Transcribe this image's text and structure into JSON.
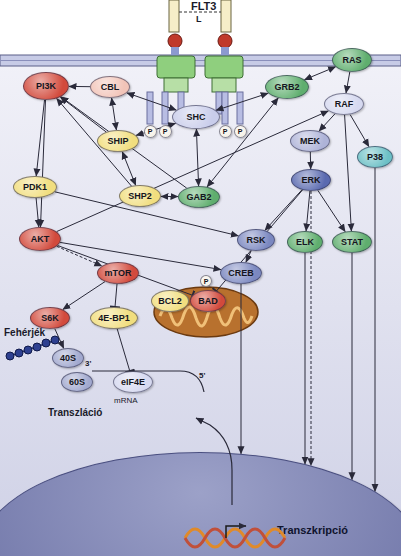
{
  "diagram": {
    "nodes": [
      {
        "text": [
          "PI3K"
        ]
      },
      {
        "text": [
          "CBL"
        ]
      },
      {
        "text": [
          "P"
        ]
      },
      {
        "text": [
          "P"
        ]
      },
      {
        "text": [
          "SHC"
        ]
      },
      {
        "text": [
          "P"
        ]
      },
      {
        "text": [
          "P"
        ]
      },
      {
        "text": [
          "GRB2"
        ]
      },
      {
        "text": [
          "RAS"
        ]
      },
      {
        "text": [
          "SHIP"
        ]
      },
      {
        "text": [
          "RAF"
        ]
      },
      {
        "text": [
          "MEK"
        ]
      },
      {
        "text": [
          "P38"
        ]
      },
      {
        "text": [
          "SHP2"
        ]
      },
      {
        "text": [
          "GAB2"
        ]
      },
      {
        "text": [
          "PDK1"
        ]
      },
      {
        "text": [
          "ERK"
        ]
      },
      {
        "text": [
          "AKT"
        ]
      },
      {
        "text": [
          "RSK"
        ]
      },
      {
        "text": [
          "ELK"
        ]
      },
      {
        "text": [
          "STAT"
        ]
      },
      {
        "text": [
          "mTOR"
        ]
      },
      {
        "text": [
          "P"
        ]
      },
      {
        "text": [
          "BCL2"
        ]
      },
      {
        "text": [
          "BAD"
        ]
      },
      {
        "text": [
          "CREB"
        ]
      },
      {
        "text": [
          "S6K"
        ]
      },
      {
        "text": [
          "4E-BP1"
        ]
      },
      {
        "text": [
          "40S"
        ]
      },
      {
        "text": [
          "60S"
        ]
      },
      {
        "text": [
          "eIF4E"
        ]
      },
      {
        "text": [
          "Transzkripció"
        ]
      }
    ],
    "edges": [
      {
        "from": 1,
        "to": 0,
        "arrow": "to"
      },
      {
        "from": 1,
        "to": 4,
        "arrow": "both"
      },
      {
        "from": 1,
        "to": 9,
        "arrow": "both"
      },
      {
        "from": 9,
        "to": 4,
        "arrow": "both"
      },
      {
        "from": 4,
        "to": 7,
        "arrow": "both"
      },
      {
        "from": 4,
        "to": 14,
        "arrow": "both"
      },
      {
        "from": 7,
        "to": 8,
        "arrow": "both"
      },
      {
        "from": 14,
        "to": 7,
        "arrow": "both"
      },
      {
        "from": 9,
        "to": 13,
        "arrow": "both"
      },
      {
        "from": 13,
        "to": 14,
        "arrow": "both"
      },
      {
        "from": 9,
        "to": 0,
        "arrow": "to"
      },
      {
        "from": 13,
        "to": 0,
        "arrow": "to"
      },
      {
        "from": 14,
        "to": 0,
        "arrow": "to"
      },
      {
        "from": 8,
        "to": 10,
        "arrow": "to"
      },
      {
        "from": 10,
        "to": 11,
        "arrow": "to"
      },
      {
        "from": 10,
        "to": 12,
        "arrow": "to"
      },
      {
        "from": 10,
        "to": 20,
        "arrow": "to"
      },
      {
        "from": 11,
        "to": 16,
        "arrow": "to"
      },
      {
        "from": 16,
        "to": 18,
        "arrow": "to"
      },
      {
        "from": 16,
        "to": 19,
        "arrow": "to"
      },
      {
        "from": 16,
        "to": 20,
        "arrow": "to"
      },
      {
        "from": 16,
        "to": 31,
        "arrow": "to"
      },
      {
        "from": 17,
        "to": 10,
        "arrow": "to"
      },
      {
        "from": 0,
        "to": 15,
        "arrow": "to"
      },
      {
        "from": 0,
        "to": 17,
        "arrow": "to"
      },
      {
        "from": 15,
        "to": 17,
        "arrow": "to"
      },
      {
        "from": 15,
        "to": 18,
        "arrow": "to"
      },
      {
        "from": 17,
        "to": 24,
        "arrow": "to"
      },
      {
        "from": 17,
        "to": 25,
        "arrow": "to"
      },
      {
        "from": 17,
        "to": 21,
        "arrow": "to"
      },
      {
        "from": 21,
        "to": 26,
        "arrow": "to"
      },
      {
        "from": 21,
        "to": 27,
        "arrow": "to"
      },
      {
        "from": 27,
        "to": 30,
        "arrow": "to"
      },
      {
        "from": 26,
        "to": 28,
        "arrow": "to"
      },
      {
        "from": 18,
        "to": 25,
        "arrow": "to"
      },
      {
        "from": 25,
        "to": 31,
        "arrow": "to"
      },
      {
        "from": 19,
        "to": 31,
        "arrow": "to"
      },
      {
        "from": 20,
        "to": 31,
        "arrow": "to"
      },
      {
        "from": 12,
        "to": 31,
        "arrow": "to"
      },
      {
        "from": 16,
        "to": 24,
        "arrow": "to"
      }
    ],
    "labels": [
      "FLT3",
      "L",
      "Fehérjék",
      "3'",
      "5'",
      "mRNA",
      "Transzláció"
    ]
  }
}
